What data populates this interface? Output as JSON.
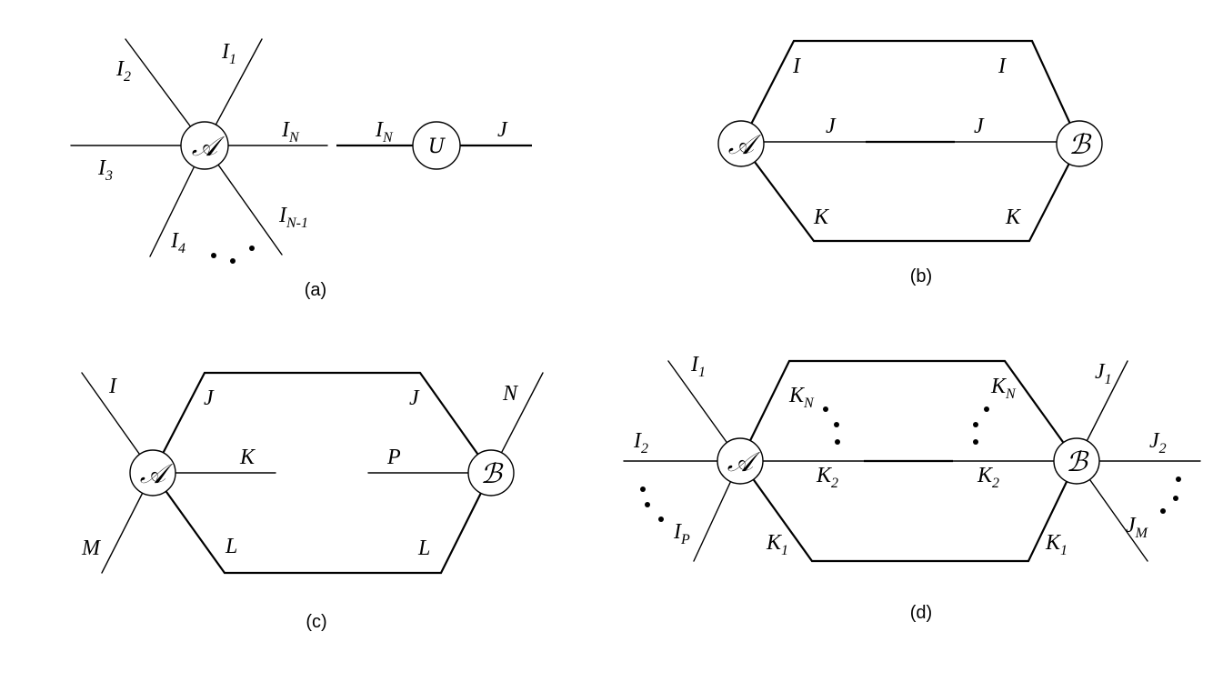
{
  "panel_a": {
    "caption": "(a)",
    "node_a": "𝒜",
    "node_u": "U",
    "labels": {
      "i1": {
        "main": "I",
        "sub": "1"
      },
      "i2": {
        "main": "I",
        "sub": "2"
      },
      "i3": {
        "main": "I",
        "sub": "3"
      },
      "i4": {
        "main": "I",
        "sub": "4"
      },
      "in_left": {
        "main": "I",
        "sub": "N"
      },
      "in_right": {
        "main": "I",
        "sub": "N"
      },
      "in_minus_1": {
        "main": "I",
        "sub": "N-1"
      },
      "j": "J"
    }
  },
  "panel_b": {
    "caption": "(b)",
    "node_a": "𝒜",
    "node_b": "ℬ",
    "labels": {
      "i_left": "I",
      "i_right": "I",
      "j_left": "J",
      "j_right": "J",
      "k_left": "K",
      "k_right": "K"
    }
  },
  "panel_c": {
    "caption": "(c)",
    "node_a": "𝒜",
    "node_b": "ℬ",
    "labels": {
      "i": "I",
      "m": "M",
      "n": "N",
      "j_left": "J",
      "j_right": "J",
      "k": "K",
      "p": "P",
      "l_left": "L",
      "l_right": "L"
    }
  },
  "panel_d": {
    "caption": "(d)",
    "node_a": "𝒜",
    "node_b": "ℬ",
    "labels": {
      "i1": {
        "main": "I",
        "sub": "1"
      },
      "i2": {
        "main": "I",
        "sub": "2"
      },
      "ip": {
        "main": "I",
        "sub": "P"
      },
      "kn_left": {
        "main": "K",
        "sub": "N"
      },
      "kn_right": {
        "main": "K",
        "sub": "N"
      },
      "k2_left": {
        "main": "K",
        "sub": "2"
      },
      "k2_right": {
        "main": "K",
        "sub": "2"
      },
      "k1_left": {
        "main": "K",
        "sub": "1"
      },
      "k1_right": {
        "main": "K",
        "sub": "1"
      },
      "j1": {
        "main": "J",
        "sub": "1"
      },
      "j2": {
        "main": "J",
        "sub": "2"
      },
      "jm": {
        "main": "J",
        "sub": "M"
      }
    }
  }
}
